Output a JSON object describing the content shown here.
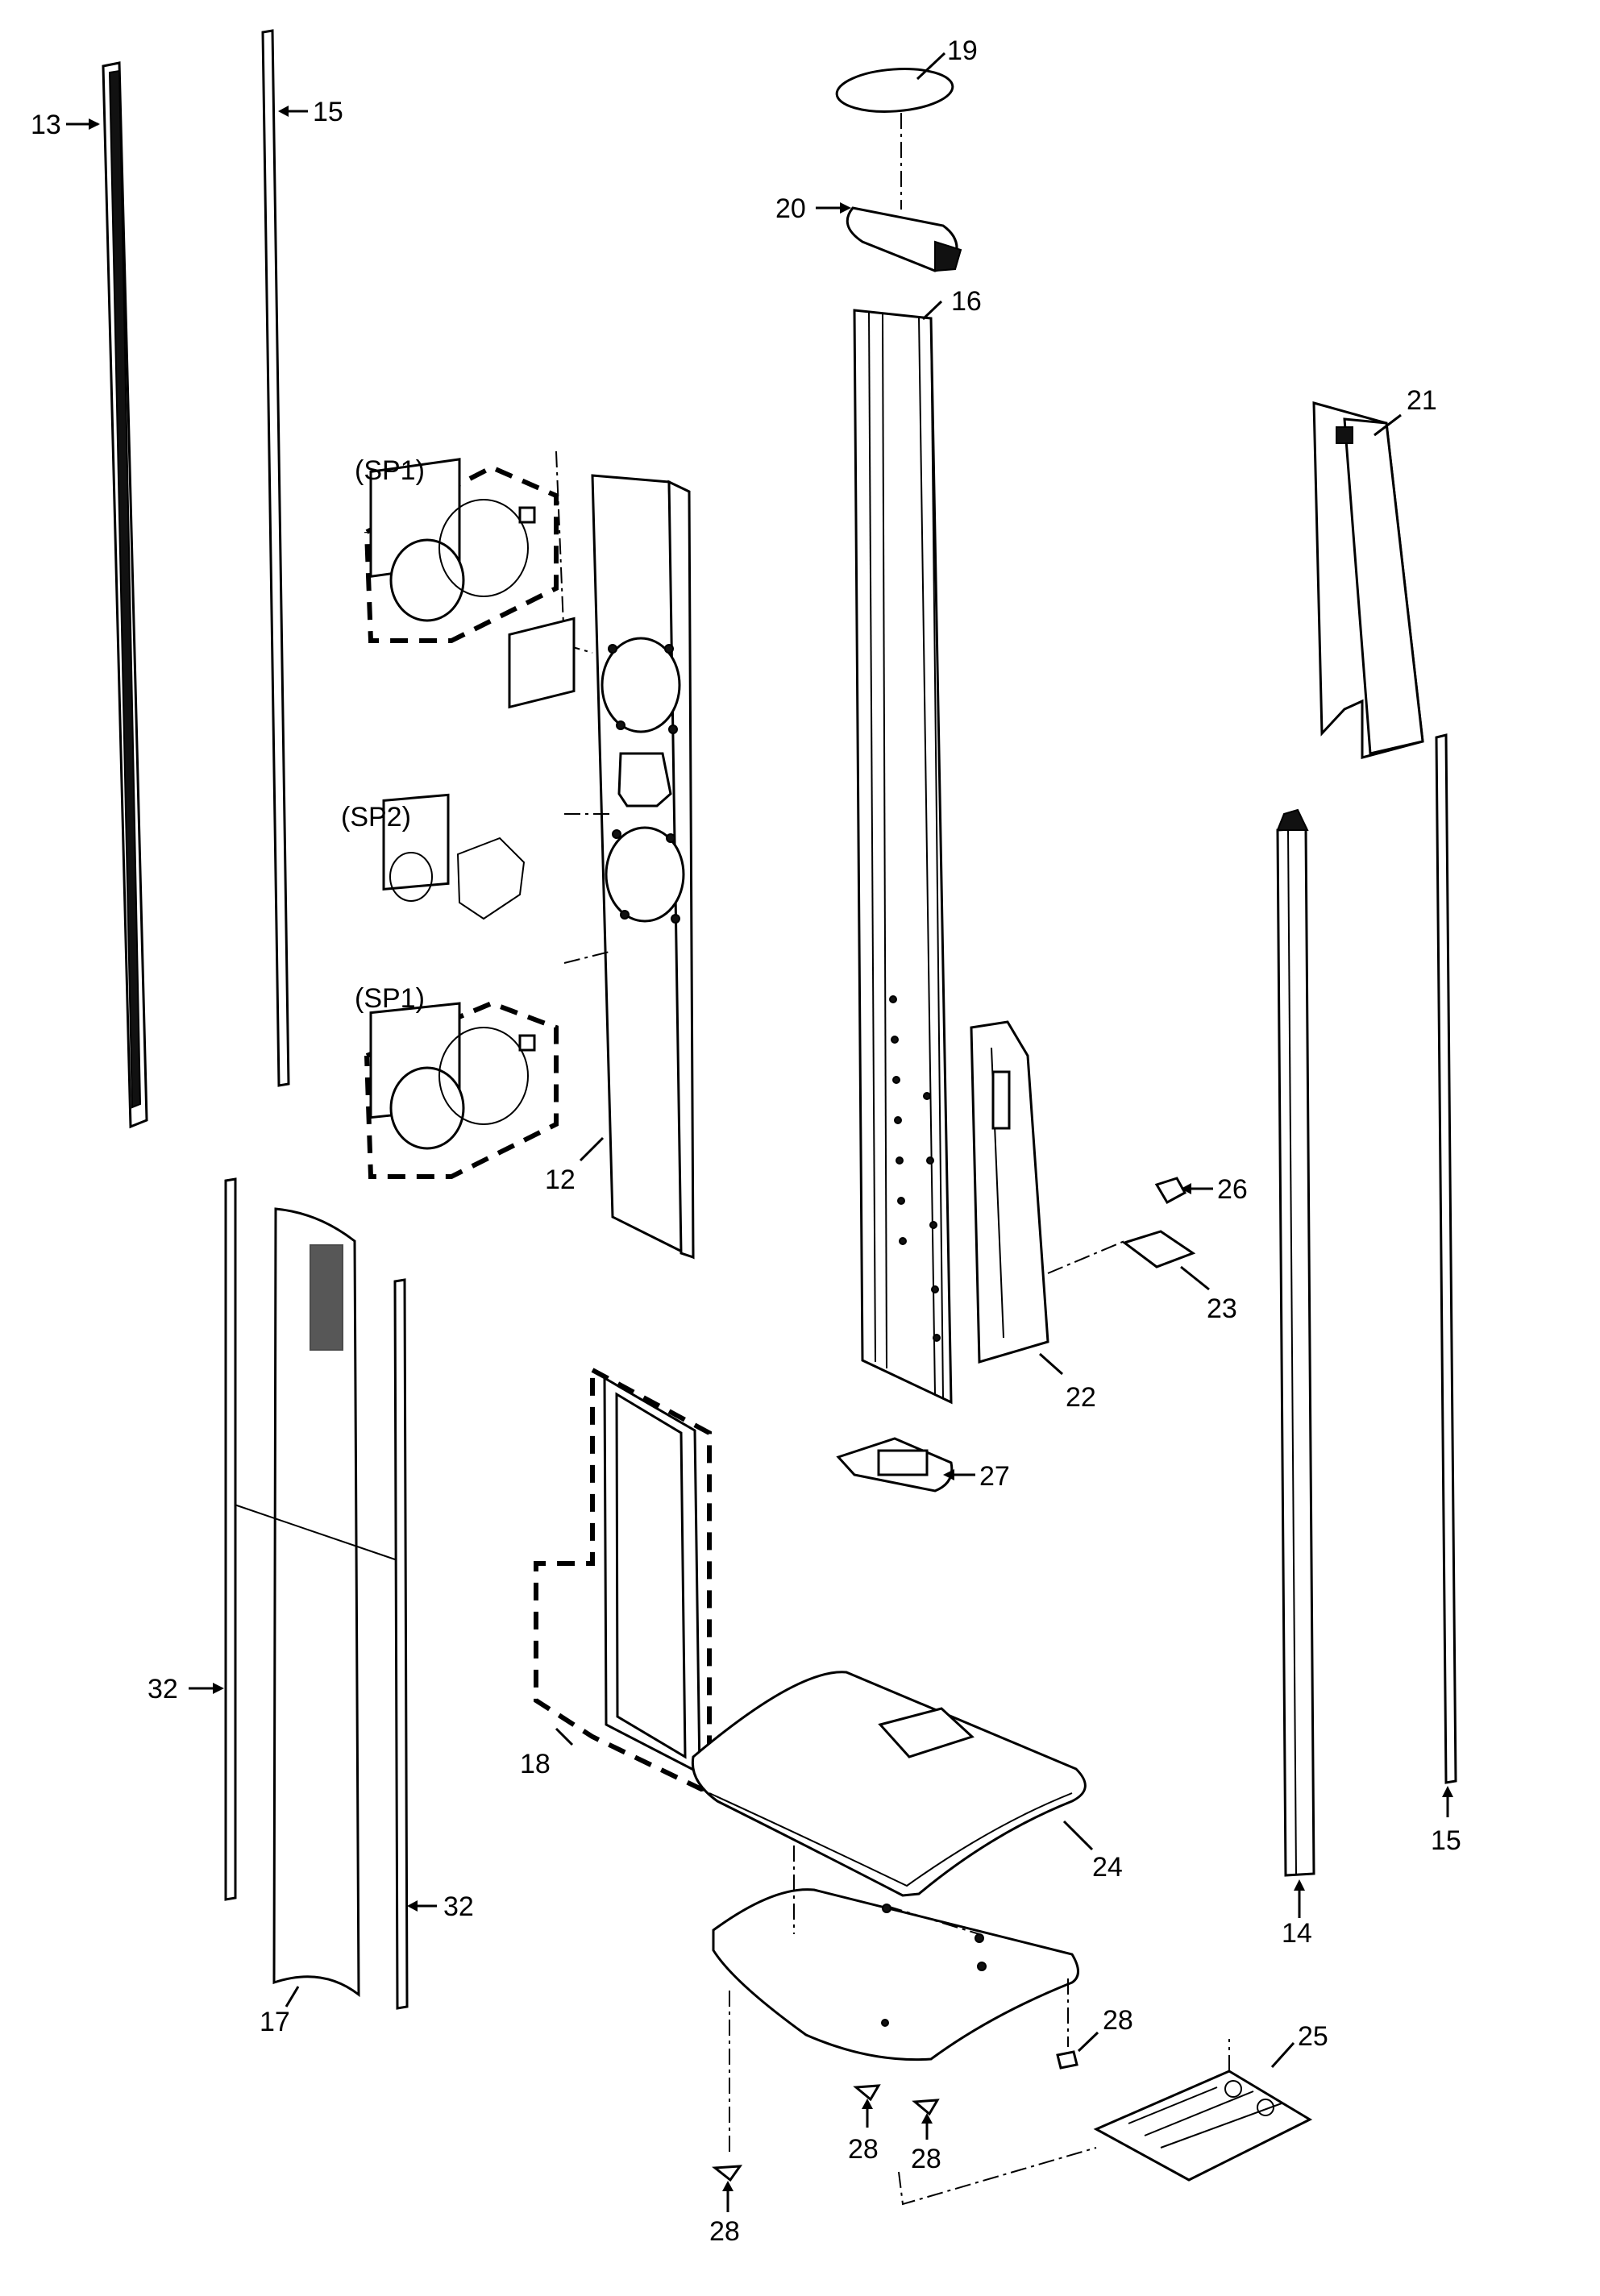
{
  "callouts": {
    "c13": "13",
    "c15a": "15",
    "c19": "19",
    "c20": "20",
    "c16": "16",
    "c21": "21",
    "sp1a": "(SP1)",
    "sp2": "(SP2)",
    "sp1b": "(SP1)",
    "c12": "12",
    "c26": "26",
    "c23": "23",
    "c22": "22",
    "c27": "27",
    "c32a": "32",
    "c18": "18",
    "c24": "24",
    "c15b": "15",
    "c14": "14",
    "c32b": "32",
    "c17": "17",
    "c28a": "28",
    "c25": "25",
    "c28b": "28",
    "c28c": "28",
    "c28d": "28"
  }
}
